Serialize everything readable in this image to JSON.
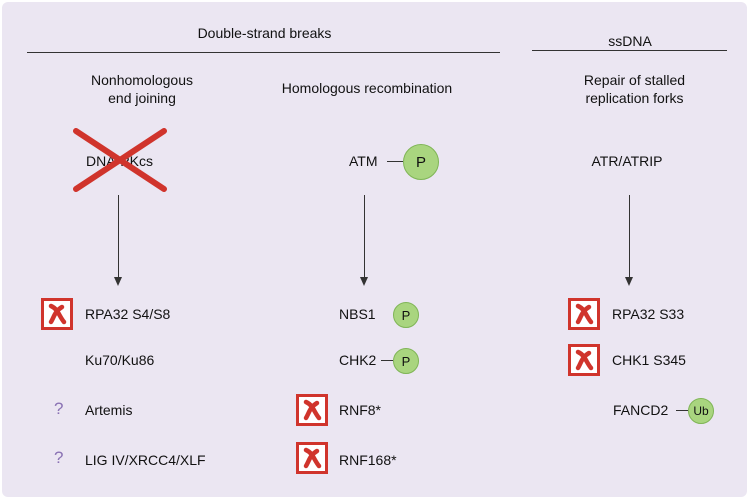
{
  "headers": {
    "dsb": "Double-strand breaks",
    "ssdna": "ssDNA"
  },
  "columns": {
    "nhej": {
      "title_line1": "Nonhomologous",
      "title_line2": "end joining",
      "kinase": "DNA-PKcs",
      "items": [
        "RPA32 S4/S8",
        "Ku70/Ku86",
        "Artemis",
        "LIG IV/XRCC4/XLF"
      ],
      "unknown_marker": "?"
    },
    "hr": {
      "title": "Homologous recombination",
      "kinase": "ATM",
      "kinase_mod": "P",
      "items": [
        "NBS1",
        "CHK2",
        "RNF8*",
        "RNF168*"
      ],
      "item_mods": [
        "P",
        "P"
      ]
    },
    "fork": {
      "title_line1": "Repair of stalled",
      "title_line2": "replication forks",
      "kinase": "ATR/ATRIP",
      "items": [
        "RPA32 S33",
        "CHK1 S345",
        "FANCD2"
      ],
      "fancd2_mod": "Ub"
    }
  },
  "colors": {
    "background": "#ebe6f2",
    "inhibitor_red": "#d0342c",
    "modification_green": "#a9d57f",
    "question_purple": "#8a72b4"
  },
  "icons": {
    "cross": "large-red-x-icon",
    "inhibition": "red-inhibition-box-icon",
    "modification": "green-modification-circle"
  }
}
